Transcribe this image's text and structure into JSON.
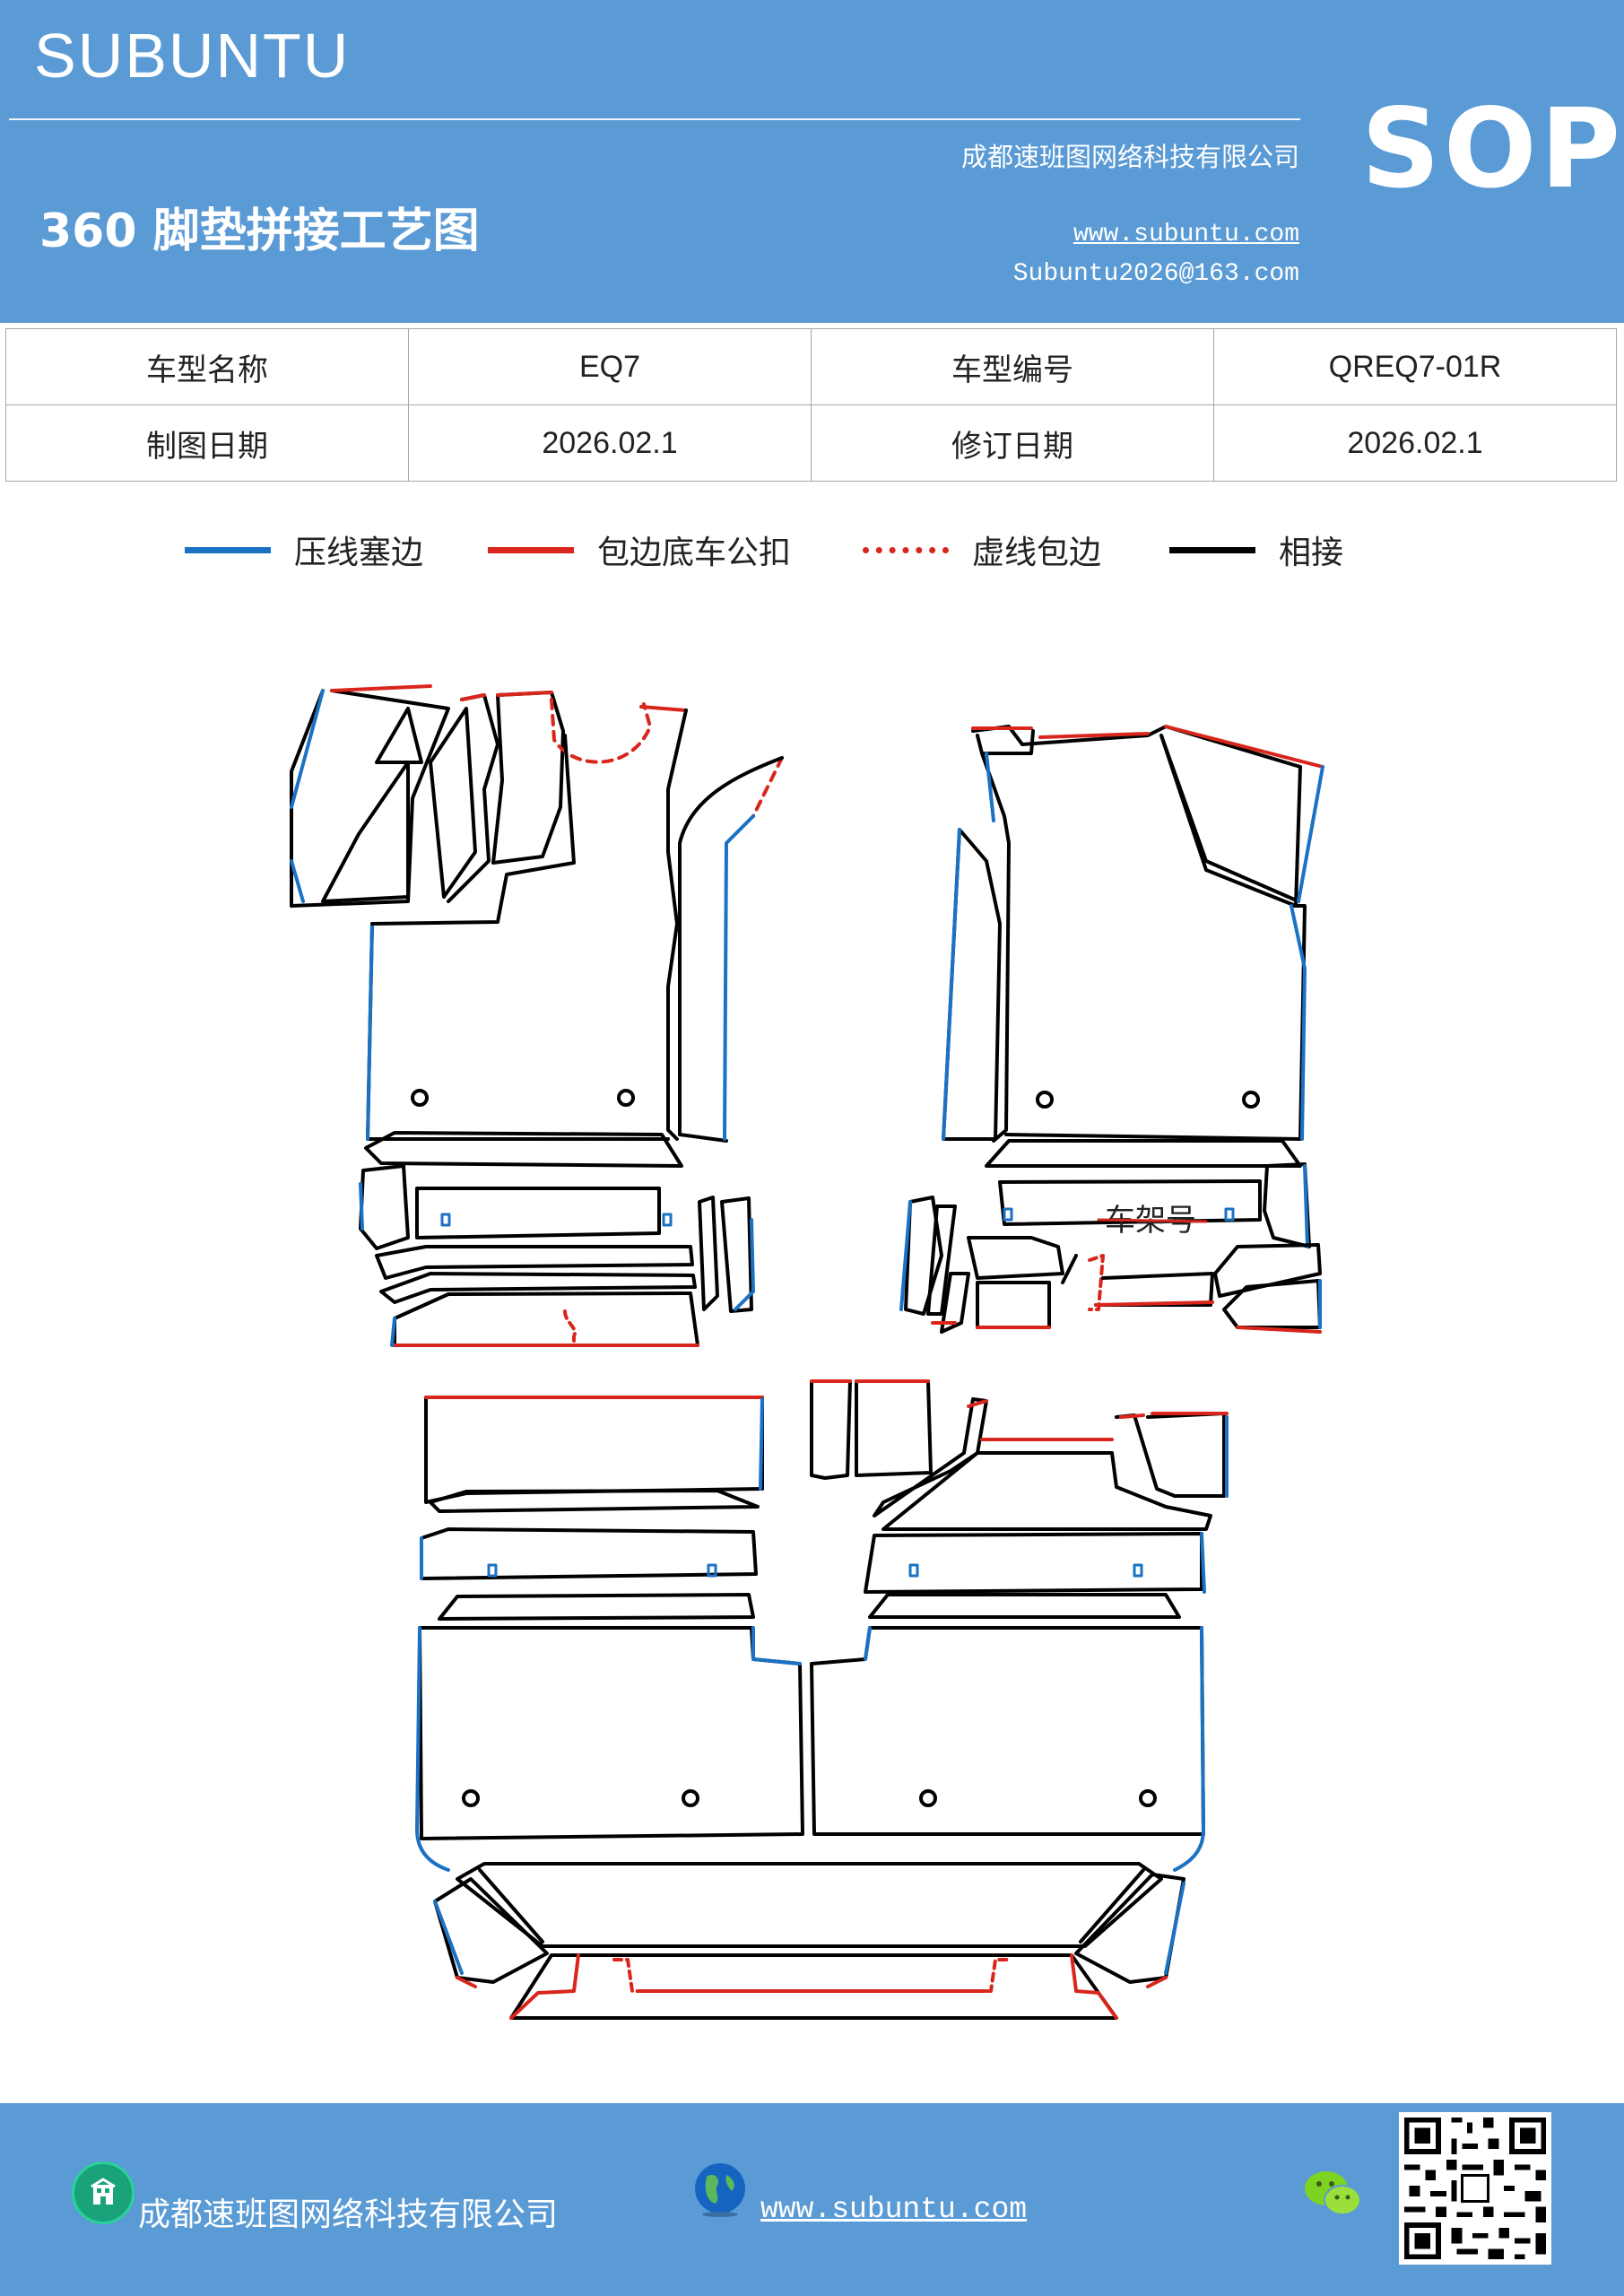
{
  "header": {
    "brand": "SUBUNTU",
    "company": "成都速班图网络科技有限公司",
    "title": "360 脚垫拼接工艺图",
    "website": "www.subuntu.com",
    "email": "Subuntu2026@163.com",
    "badge": "SOP"
  },
  "info_table": {
    "model_name_label": "车型名称",
    "model_name": "EQ7",
    "model_code_label": "车型编号",
    "model_code": "QREQ7-01R",
    "draw_date_label": "制图日期",
    "draw_date": "2026.02.1",
    "revise_date_label": "修订日期",
    "revise_date": "2026.02.1"
  },
  "legend": [
    {
      "label": "压线塞边",
      "color": "#1b72c4",
      "style": "solid"
    },
    {
      "label": "包边底车公扣",
      "color": "#d9261c",
      "style": "solid"
    },
    {
      "label": "虚线包边",
      "color": "#d9261c",
      "style": "dashed"
    },
    {
      "label": "相接",
      "color": "#000000",
      "style": "solid"
    }
  ],
  "drawing": {
    "frame_label": "车架号"
  },
  "footer": {
    "company": "成都速班图网络科技有限公司",
    "website": "www.subuntu.com ",
    "company_icon": "building-icon",
    "web_icon": "globe-icon",
    "wechat_icon": "wechat-icon",
    "qr": "qr-code"
  }
}
